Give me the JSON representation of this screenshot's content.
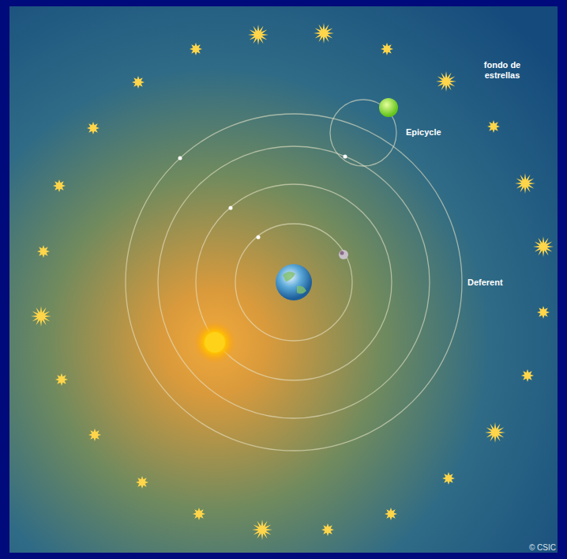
{
  "diagram": {
    "labels": [
      "fondo de estrellas",
      "Epicycle",
      "Deferent",
      "© CSIC"
    ]
  }
}
